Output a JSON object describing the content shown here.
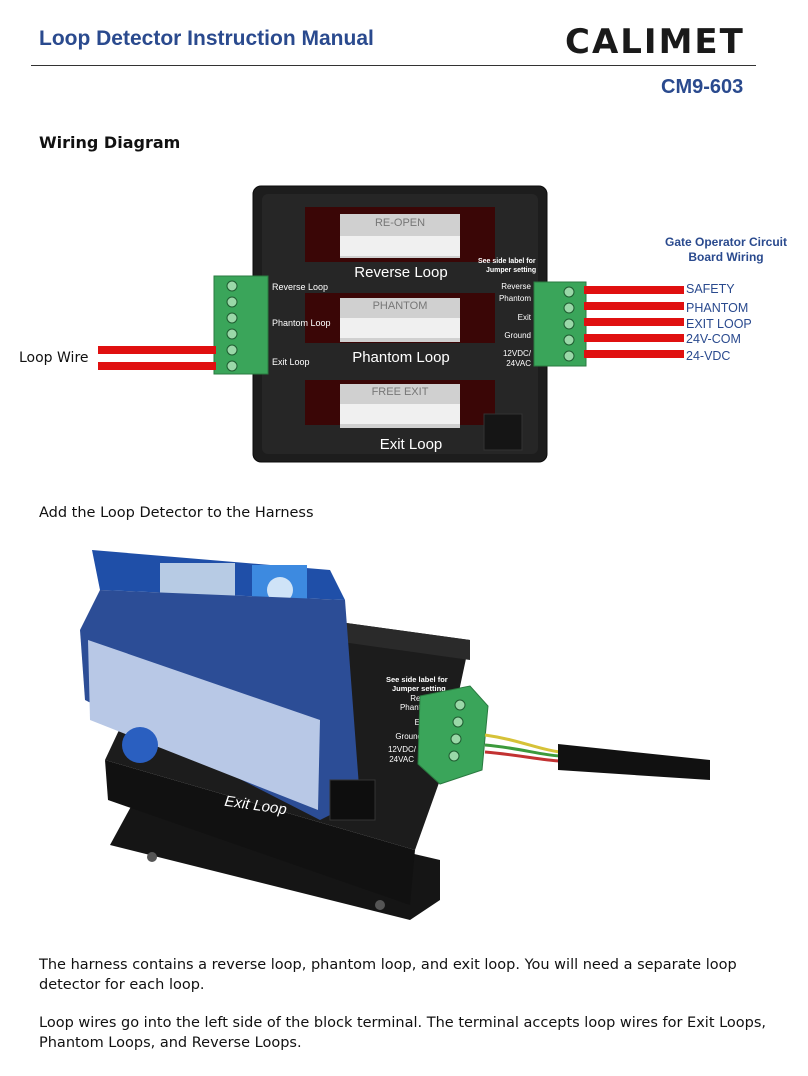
{
  "header": {
    "title": "Loop Detector Instruction Manual",
    "brand": "CALIMET",
    "model": "CM9-603"
  },
  "wiring_section": {
    "title": "Wiring Diagram",
    "loop_wire_label": "Loop Wire",
    "gate_operator_title_line1": "Gate Operator Circuit",
    "gate_operator_title_line2": "Board Wiring",
    "outputs": [
      "SAFETY",
      "PHANTOM",
      "EXIT LOOP",
      "24V-COM",
      "24-VDC"
    ],
    "device": {
      "slot_labels": [
        "Reverse Loop",
        "Phantom Loop",
        "Exit Loop"
      ],
      "slot_tags": [
        "RE-OPEN",
        "PHANTOM",
        "FREE EXIT"
      ],
      "left_terminal_labels": [
        "Reverse Loop",
        "Phantom Loop",
        "Exit Loop"
      ],
      "jumper_note_line1": "See side label for",
      "jumper_note_line2": "Jumper setting",
      "right_terminal_labels": [
        "Reverse",
        "Phantom",
        "Exit",
        "Ground",
        "12VDC/",
        "24VAC"
      ]
    },
    "colors": {
      "wire": "#e01010",
      "terminal": "#3aa55a",
      "heading": "#2a4a8e",
      "output_text": "#2a4a8e"
    }
  },
  "photo_section": {
    "caption": "Add the Loop Detector to the Harness",
    "photo_labels": {
      "exit_loop": "Exit Loop",
      "jumper_line1": "See side label for",
      "jumper_line2": "Jumper setting",
      "terminals": [
        "Reverse",
        "Phantom",
        "Exit",
        "Ground",
        "12VDC/",
        "24VAC"
      ]
    }
  },
  "body": {
    "p1_line1": "The harness contains a reverse loop, phantom loop, and exit loop. You will need a separate loop",
    "p1_line2": "detector for each loop.",
    "p2_line1": "Loop wires go into the left side of the block terminal. The terminal accepts loop wires for Exit Loops,",
    "p2_line2": "Phantom Loops, and Reverse Loops."
  }
}
